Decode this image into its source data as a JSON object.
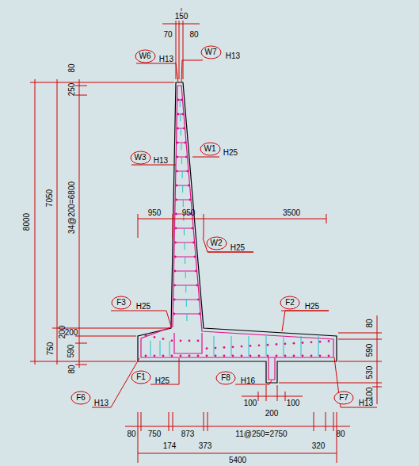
{
  "diagram": {
    "nodes": [
      {
        "text": [
          "W6"
        ]
      },
      {
        "text": [
          "W7"
        ]
      },
      {
        "text": [
          "W3"
        ]
      },
      {
        "text": [
          "W1"
        ]
      },
      {
        "text": [
          "W2"
        ]
      },
      {
        "text": [
          "F3"
        ]
      },
      {
        "text": [
          "F2"
        ]
      },
      {
        "text": [
          "F1"
        ]
      },
      {
        "text": [
          "F8"
        ]
      },
      {
        "text": [
          "F6"
        ]
      },
      {
        "text": [
          "F7"
        ]
      }
    ],
    "labels": [
      "150",
      "70",
      "80",
      "H13",
      "H13",
      "8000",
      "7050",
      "34@200=6800",
      "80",
      "250",
      "H13",
      "H25",
      "950",
      "950",
      "3500",
      "H25",
      "H25",
      "H25",
      "200",
      "200",
      "750",
      "590",
      "80",
      "80",
      "590",
      "530",
      "100",
      "H25",
      "H16",
      "100",
      "100",
      "200",
      "H13",
      "H13",
      "80",
      "750",
      "873",
      "11@250=2750",
      "80",
      "174",
      "373",
      "320",
      "5400"
    ]
  }
}
